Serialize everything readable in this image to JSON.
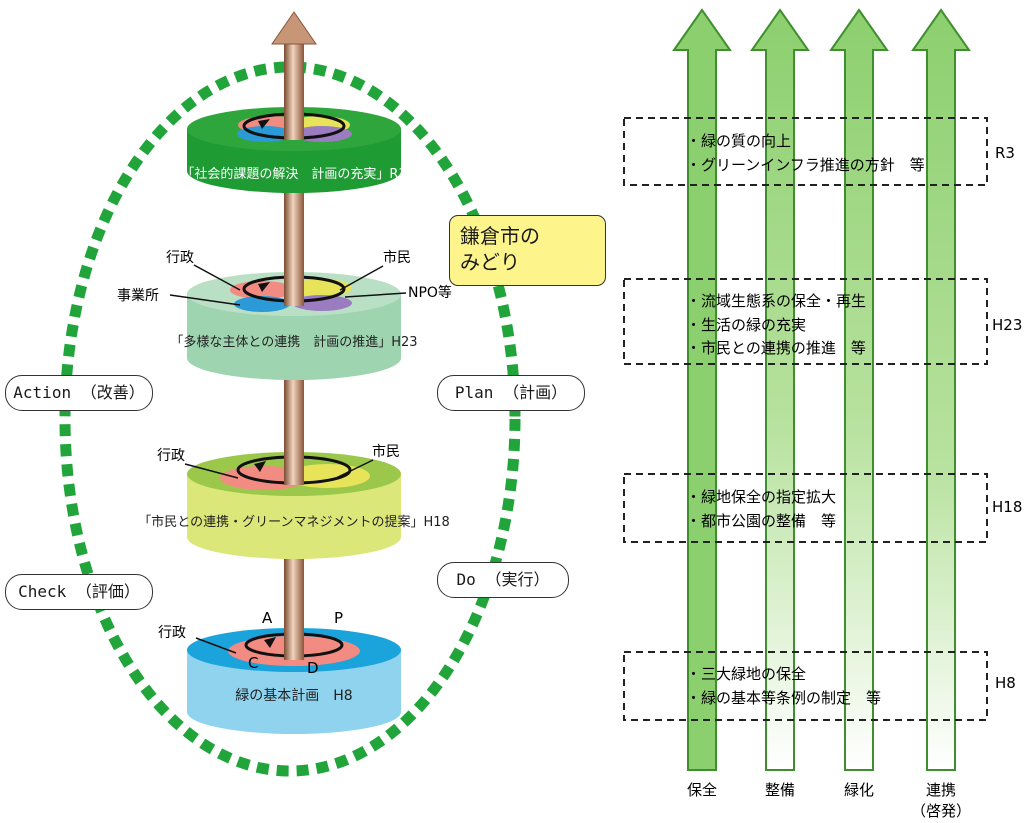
{
  "stack": {
    "layers": [
      {
        "id": "r3",
        "caption": "「社会的課題の解決　計画の充実」R3"
      },
      {
        "id": "h23",
        "caption": "「多様な主体との連携　計画の推進」H23",
        "labels": {
          "gyosei": "行政",
          "shimin": "市民",
          "jigyosho": "事業所",
          "npo": "NPO等"
        }
      },
      {
        "id": "h18",
        "caption": "「市民との連携・グリーンマネジメントの提案」H18",
        "labels": {
          "gyosei": "行政",
          "shimin": "市民"
        }
      },
      {
        "id": "h8",
        "caption": "緑の基本計画　H8",
        "labels": {
          "gyosei": "行政",
          "a": "A",
          "p": "P",
          "c": "C",
          "d": "D"
        }
      }
    ],
    "note": {
      "line1": "鎌倉市の",
      "line2": "みどり"
    },
    "pdca": {
      "action": "Action （改善）",
      "plan": "Plan （計画）",
      "check": "Check （評価）",
      "do": "Do （実行）"
    }
  },
  "timeline": {
    "columns": [
      {
        "label": "保全",
        "fill": "full"
      },
      {
        "label": "整備",
        "fill": "partial"
      },
      {
        "label": "緑化",
        "fill": "partial"
      },
      {
        "label": "連携",
        "sub": "（啓発）",
        "fill": "partial"
      }
    ],
    "periods": [
      {
        "era": "R3",
        "lines": [
          "・緑の質の向上",
          "・グリーンインフラ推進の方針　等"
        ]
      },
      {
        "era": "H23",
        "lines": [
          "・流域生態系の保全・再生",
          "・生活の緑の充実",
          "・市民との連携の推進　等"
        ]
      },
      {
        "era": "H18",
        "lines": [
          "・緑地保全の指定拡大",
          "・都市公園の整備　等"
        ]
      },
      {
        "era": "H8",
        "lines": [
          "・三大緑地の保全",
          "・緑の基本等条例の制定　等"
        ]
      }
    ]
  },
  "colors": {
    "ring": "#21a53b",
    "arrow_green": "#8ccf6e",
    "arrow_green_dark": "#6db55a",
    "pole": "#b07a5a",
    "r3_disc": "#2ea63c",
    "h23_disc": "#9ed4b0",
    "h18_disc": "#dce77a",
    "h8_disc": "#8fd3ef",
    "petal_red": "#f28b82",
    "petal_blue": "#2b9ad6",
    "petal_purple": "#9c7cc0",
    "petal_yellow": "#e8e45a",
    "petal_green": "#9bc84a"
  }
}
